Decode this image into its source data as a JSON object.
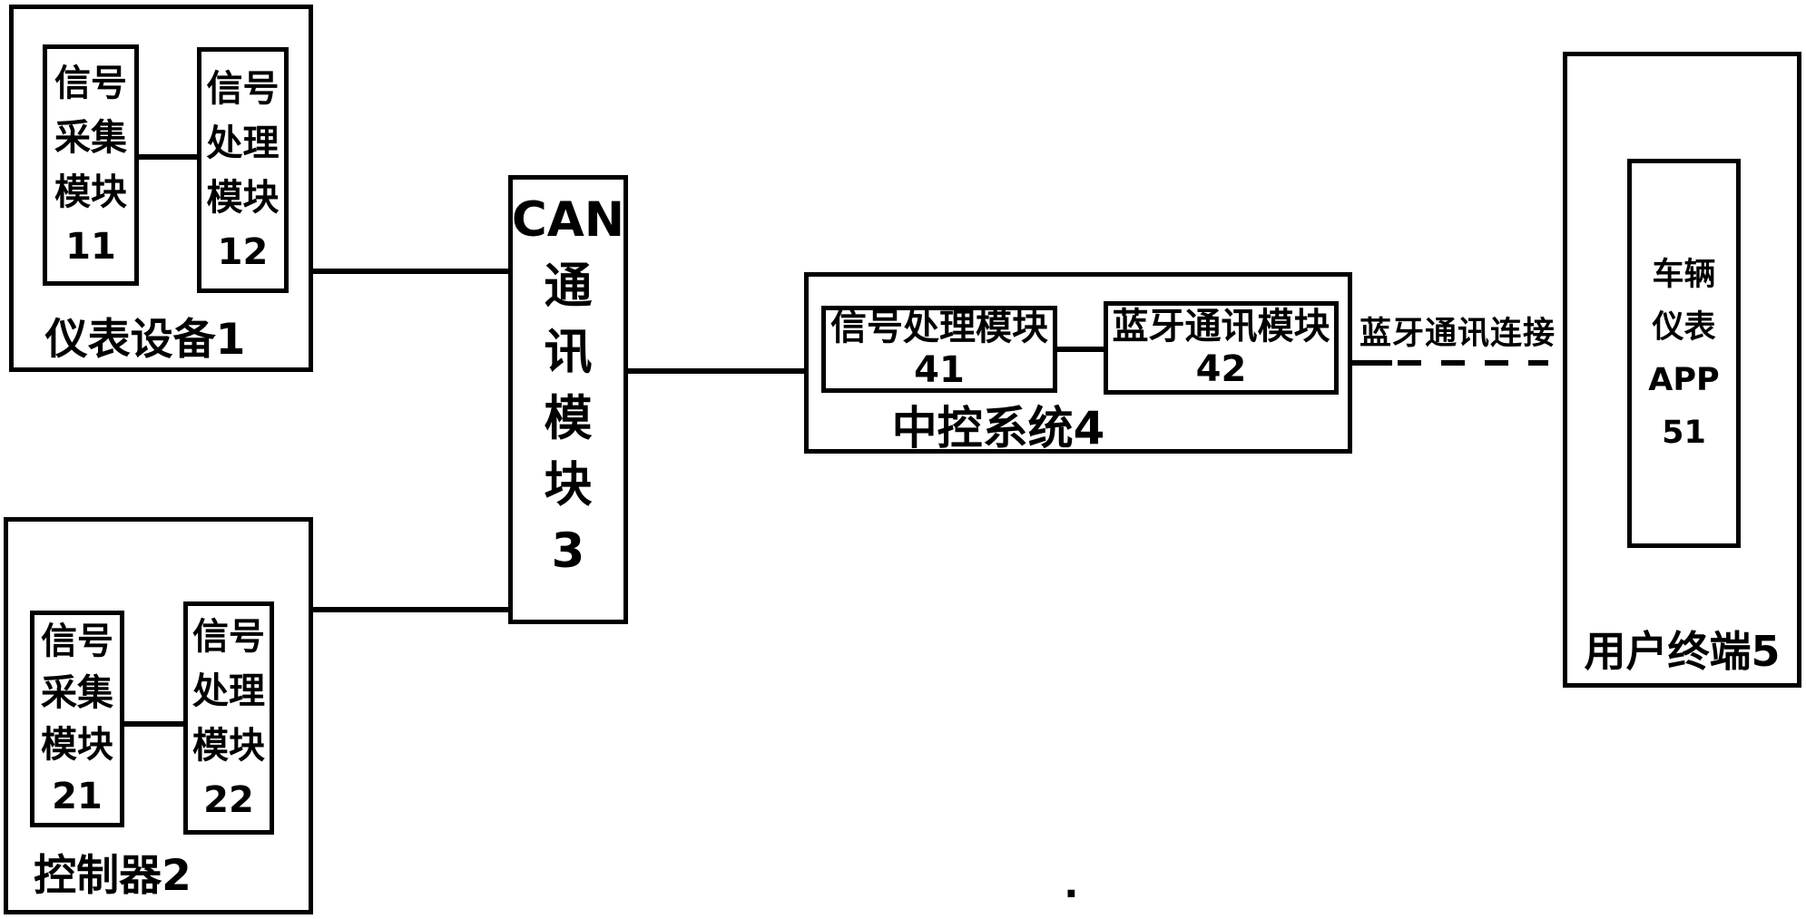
{
  "diagram": {
    "instrument_device": {
      "label": "仪表设备1",
      "module11": "信号\n采集\n模块\n11",
      "module12": "信号\n处理\n模块\n12"
    },
    "controller": {
      "label": "控制器2",
      "module21": "信号\n采集\n模块\n21",
      "module22": "信号\n处理\n模块\n22"
    },
    "can_module": {
      "label": "CAN\n通\n讯\n模\n块\n3"
    },
    "central_control": {
      "label": "中控系统4",
      "module41": "信号处理模块\n41",
      "module42": "蓝牙通讯模块\n42"
    },
    "bluetooth_link_label": "蓝牙通讯连接",
    "user_terminal": {
      "label": "用户终端5",
      "app51": "车辆\n仪表\nAPP\n51"
    },
    "period_mark": "."
  },
  "colors": {
    "line": "#000000",
    "background": "#ffffff"
  }
}
